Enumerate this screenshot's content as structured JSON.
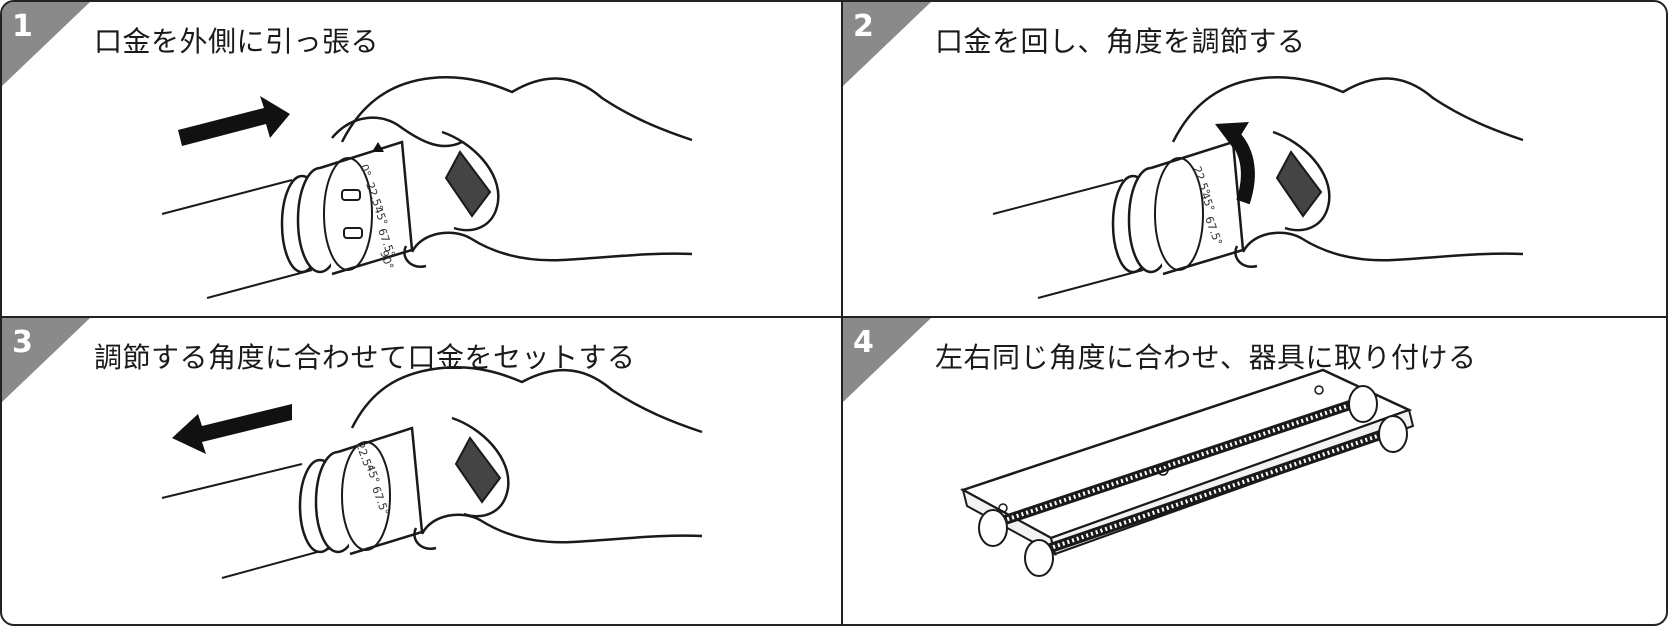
{
  "steps": [
    {
      "number": "1",
      "title": "口金を外側に引っ張る"
    },
    {
      "number": "2",
      "title": "口金を回し、角度を調節する"
    },
    {
      "number": "3",
      "title": "調節する角度に合わせて口金をセットする"
    },
    {
      "number": "4",
      "title": "左右同じ角度に合わせ、器具に取り付ける"
    }
  ],
  "dial_labels": [
    "0°",
    "22.5°",
    "45°",
    "67.5°",
    "90°"
  ],
  "colors": {
    "badge": "#8a8a8a",
    "ink": "#1a1a1a",
    "arrow": "#111111",
    "border": "#222222"
  }
}
